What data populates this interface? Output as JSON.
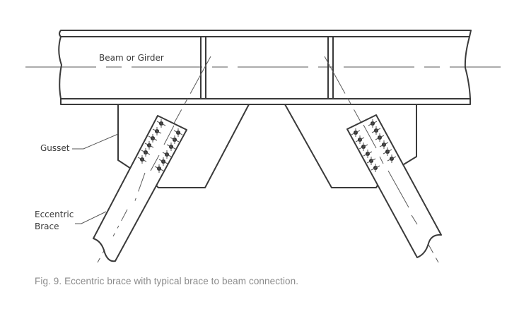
{
  "figure": {
    "caption": "Fig. 9. Eccentric brace with typical brace to beam connection.",
    "labels": {
      "beam": "Beam or Girder",
      "gusset": "Gusset",
      "brace_line1": "Eccentric",
      "brace_line2": "Brace"
    },
    "colors": {
      "line": "#3a3a3a",
      "caption": "#8a8a8a",
      "background": "#ffffff"
    },
    "components": [
      "beam",
      "stiffener-left",
      "stiffener-right",
      "gusset-left",
      "gusset-right",
      "brace-left",
      "brace-right",
      "bolts",
      "centerlines"
    ]
  }
}
